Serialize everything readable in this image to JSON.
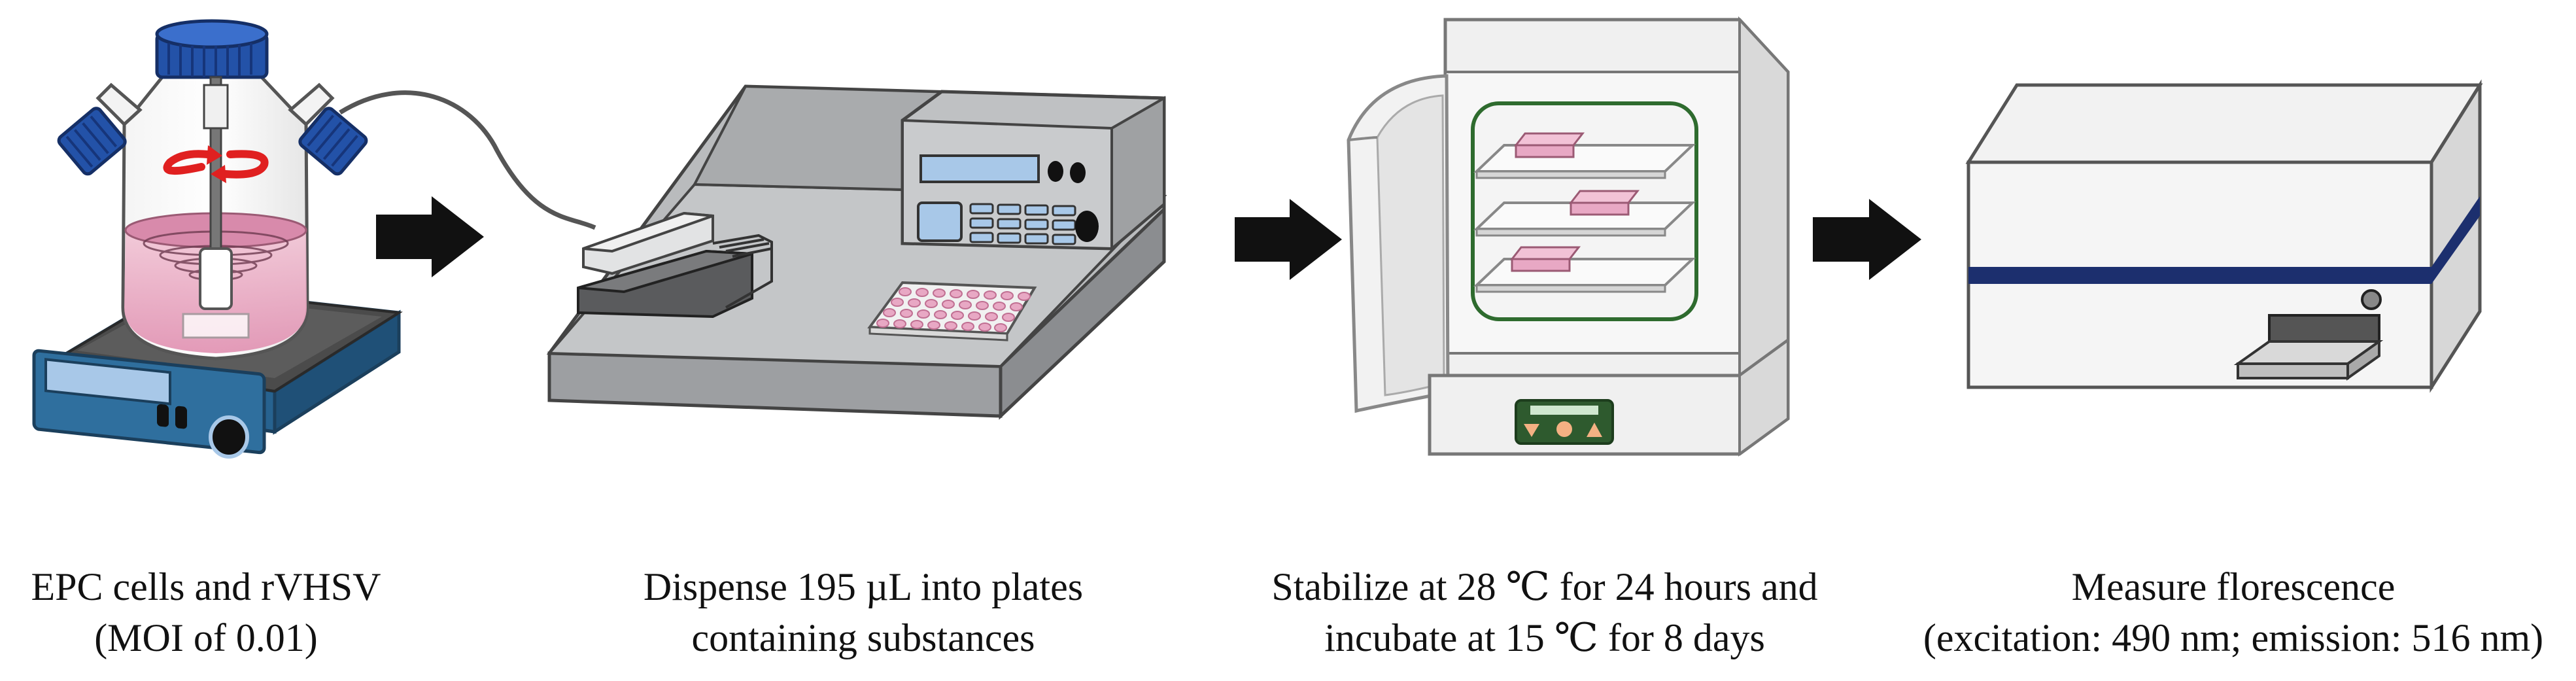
{
  "steps": [
    {
      "line1": "EPC cells and rVHSV",
      "line2": "(MOI of 0.01)"
    },
    {
      "line1": "Dispense 195 µL into plates",
      "line2": "containing substances"
    },
    {
      "line1": "Stabilize at 28 ℃ for 24 hours and",
      "line2": "incubate at 15 ℃ for 8 days"
    },
    {
      "line1": "Measure florescence",
      "line2": "(excitation: 490 nm; emission: 516 nm)"
    }
  ],
  "colors": {
    "bottle_cap": "#2352a8",
    "stirrer_base": "#2f6f9e",
    "liquid": "#e7a8c0",
    "rotation_arrow": "#e02020",
    "device_grey": "#b9bbbd",
    "display_blue": "#a8c8e8",
    "shelf_green": "#2e6b2e",
    "sample_pink": "#e8a8c4",
    "reader_band": "#1c2f6e",
    "flow_arrow": "#111111"
  },
  "icons": [
    "spinner-flask-icon",
    "magnetic-stirrer-icon",
    "plate-dispenser-icon",
    "incubator-icon",
    "plate-reader-icon",
    "flow-arrow-icon"
  ]
}
